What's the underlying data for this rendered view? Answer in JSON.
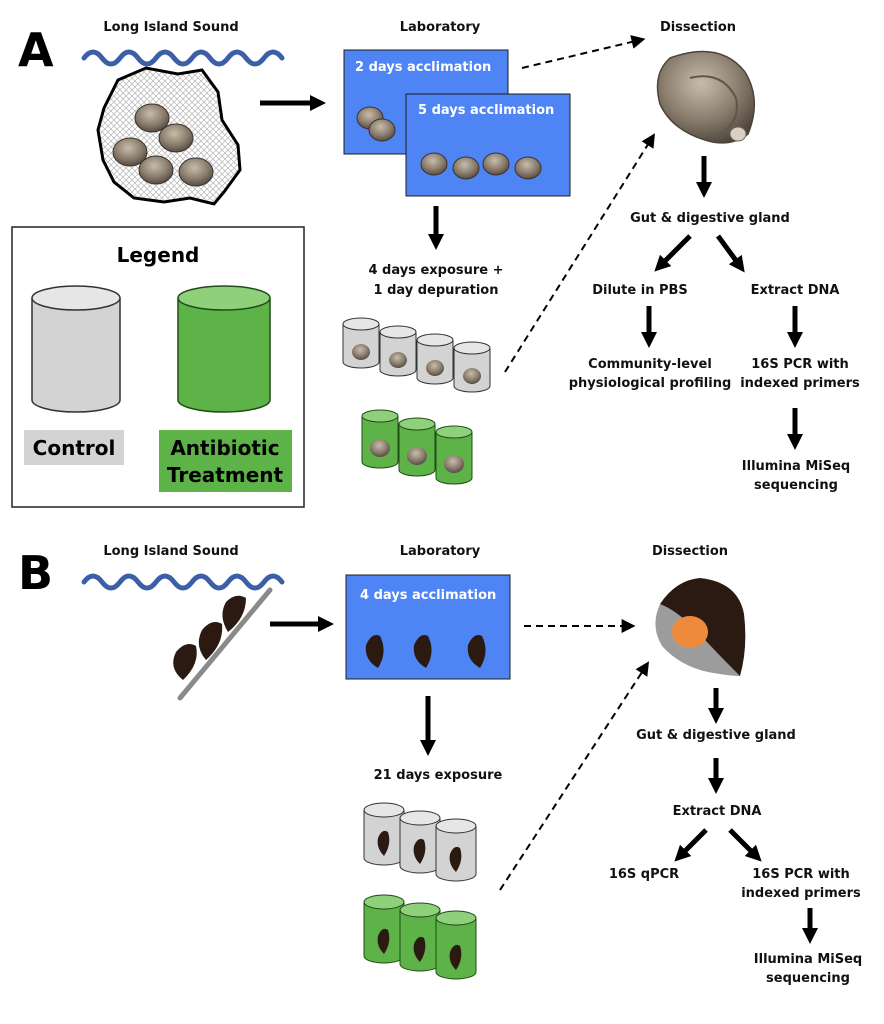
{
  "panel_a": {
    "letter": "A",
    "source_label": "Long Island Sound",
    "lab_label": "Laboratory",
    "dissection_label": "Dissection",
    "acclimation_1": "2 days acclimation",
    "acclimation_2": "5 days acclimation",
    "exposure_line1": "4 days exposure +",
    "exposure_line2": "1 day depuration",
    "gut_label": "Gut & digestive gland",
    "dilute_label": "Dilute in PBS",
    "extract_label": "Extract DNA",
    "clpp_line1": "Community-level",
    "clpp_line2": "physiological profiling",
    "pcr_line1": "16S PCR with",
    "pcr_line2": "indexed primers",
    "seq_line1": "Illumina MiSeq",
    "seq_line2": "sequencing"
  },
  "legend": {
    "title": "Legend",
    "control": "Control",
    "treatment_line1": "Antibiotic",
    "treatment_line2": "Treatment"
  },
  "panel_b": {
    "letter": "B",
    "source_label": "Long Island Sound",
    "lab_label": "Laboratory",
    "dissection_label": "Dissection",
    "acclimation": "4 days acclimation",
    "exposure": "21 days exposure",
    "gut_label": "Gut & digestive gland",
    "extract_label": "Extract DNA",
    "qpcr_label": "16S qPCR",
    "pcr_line1": "16S PCR with",
    "pcr_line2": "indexed primers",
    "seq_line1": "Illumina MiSeq",
    "seq_line2": "sequencing"
  },
  "colors": {
    "lab_blue": "#4f84f5",
    "control_gray": "#d3d3d3",
    "treatment_green": "#5db347",
    "wave_blue": "#3d5fa8",
    "mussel_brown": "#2b1a12",
    "oyster_tan": "#8c7f70",
    "gland_orange": "#ee8a3c"
  }
}
